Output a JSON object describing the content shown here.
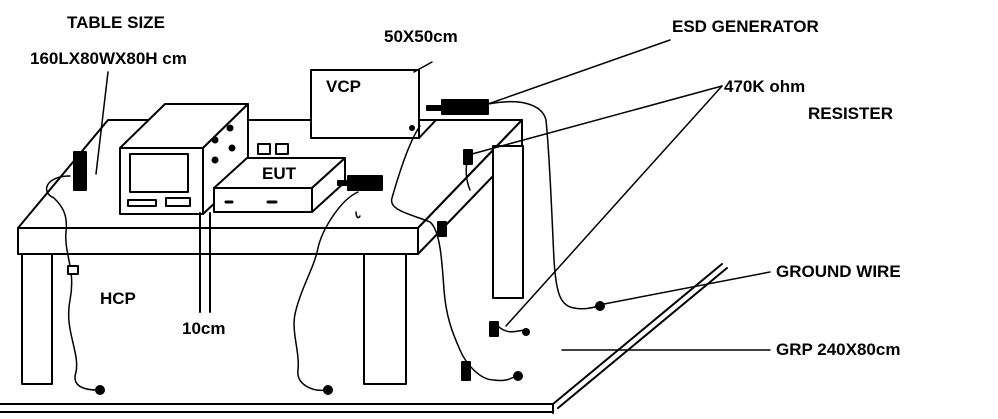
{
  "labels": {
    "table_size": "TABLE SIZE",
    "table_dims": "160LX80WX80H cm",
    "vcp_size": "50X50cm",
    "vcp": "VCP",
    "esd_generator": "ESD  GENERATOR",
    "resistor_value": "470K ohm",
    "resister": "RESISTER",
    "eut": "EUT",
    "hcp": "HCP",
    "spacing": "10cm",
    "ground_wire": "GROUND WIRE",
    "grp": "GRP 240X80cm"
  },
  "colors": {
    "line": "#000000",
    "background": "#ffffff"
  }
}
